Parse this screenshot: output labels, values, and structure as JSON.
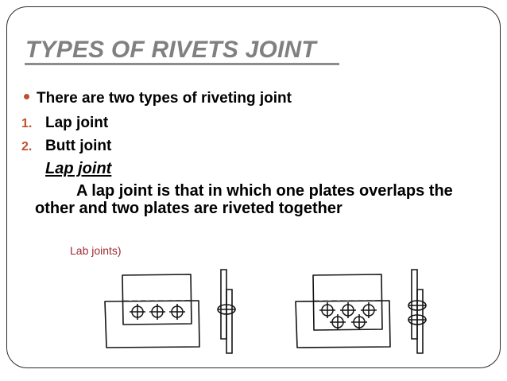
{
  "slide": {
    "title": "TYPES OF RIVETS JOINT",
    "accent_color": "#C0502D",
    "title_color": "#808080",
    "caption_color": "#9E2A34",
    "background": "#ffffff"
  },
  "body": {
    "lead_bullet": "There are two types of riveting joint",
    "numbered_items": [
      {
        "marker": "1.",
        "label": "Lap joint"
      },
      {
        "marker": "2.",
        "label": "Butt joint"
      }
    ],
    "sub_heading": "Lap joint",
    "paragraph": "A lap joint is that in  which one plates overlaps the other and two plates are riveted together",
    "figure_caption": "Lab joints)"
  },
  "figures": [
    {
      "name": "single-row-lap-joint",
      "plan_view": {
        "rivet_rows": [
          {
            "count": 3,
            "label": "top-row"
          }
        ],
        "total_rivets": 3,
        "pattern": "single-row chain"
      },
      "section_view": {
        "rivet_heads": 1,
        "plates": 2
      }
    },
    {
      "name": "zigzag-lap-joint",
      "plan_view": {
        "rivet_rows": [
          {
            "count": 3,
            "label": "upper-row"
          },
          {
            "count": 2,
            "label": "lower-row-staggered"
          }
        ],
        "total_rivets": 5,
        "pattern": "zig-zag staggered"
      },
      "section_view": {
        "rivet_heads": 2,
        "plates": 2
      }
    }
  ]
}
